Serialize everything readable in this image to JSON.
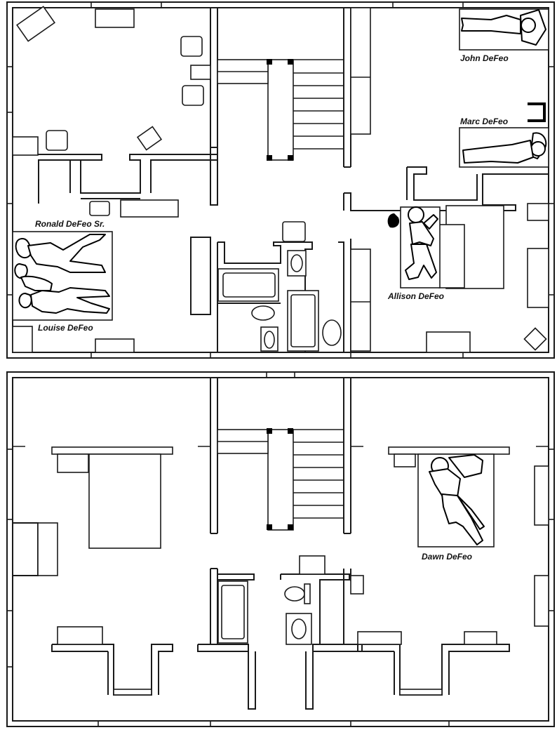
{
  "floors": [
    {
      "name": "",
      "victims": [
        {
          "id": "john",
          "label": "John DeFeo"
        },
        {
          "id": "marc",
          "label": "Marc DeFeo"
        },
        {
          "id": "ronald",
          "label": "Ronald DeFeo Sr."
        },
        {
          "id": "louise",
          "label": "Louise DeFeo"
        },
        {
          "id": "allison",
          "label": "Allison DeFeo"
        }
      ]
    },
    {
      "name": "",
      "victims": [
        {
          "id": "dawn",
          "label": "Dawn DeFeo"
        }
      ]
    }
  ],
  "colors": {
    "line": "#1a1a1a",
    "background": "#ffffff"
  }
}
